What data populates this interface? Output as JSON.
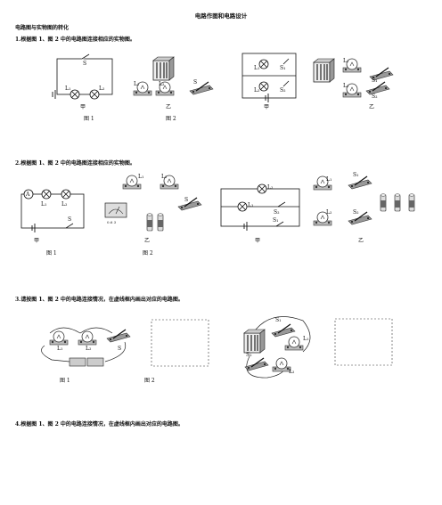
{
  "doc": {
    "title": "电路作图和电路设计",
    "section": "电路图与实物图的转化",
    "questions": [
      "1.根据图 1、图 2 中的电路图连接相应的实物图。",
      "2.根据图 1、图 2 中的电路图连接相应的实物图。",
      "3.请按图 1、图 2 中的电路连接情况，在虚线框内画出对应的电路图。",
      "4.根据图 1、图 2 中的电路连接情况，在虚线框内画出对应的电路图。"
    ],
    "captions": {
      "fig1": "图 1",
      "fig2": "图 2",
      "jia": "甲",
      "yi": "乙"
    },
    "labels": {
      "S": "S",
      "L1": "L₁",
      "L2": "L₂",
      "S1": "S₁",
      "S2": "S₂",
      "A": "A",
      "meter": "0.6  3"
    }
  }
}
